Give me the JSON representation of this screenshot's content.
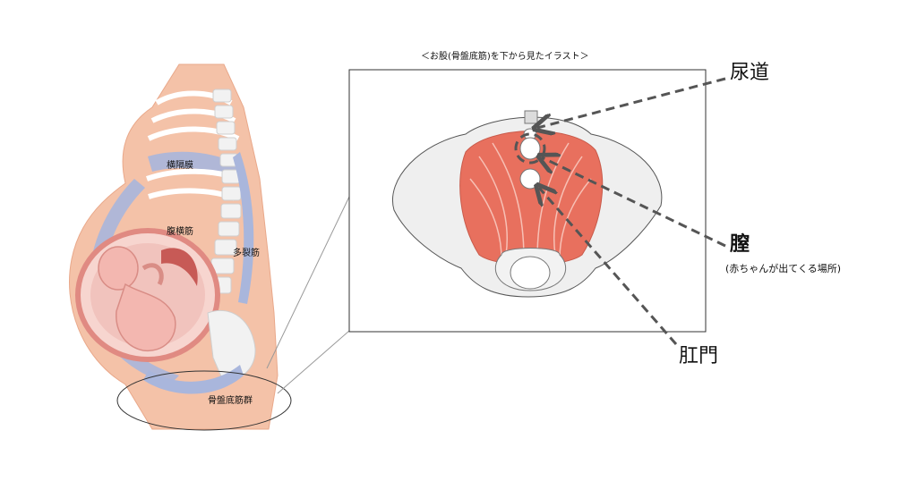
{
  "body_labels": {
    "diaphragm": "横隔膜",
    "transversus_abdominis": "腹横筋",
    "multifidus": "多裂筋",
    "pelvic_floor_muscles": "骨盤底筋群"
  },
  "inset": {
    "caption": "＜お股(骨盤底筋)を下から見たイラスト＞"
  },
  "callouts": {
    "urethra": "尿道",
    "vagina": "膣",
    "vagina_note": "(赤ちゃんが出てくる場所)",
    "anus": "肛門"
  },
  "colors": {
    "skin": "#f4c2a8",
    "skin_dark": "#e9a88a",
    "muscle_blue": "#a9b6dc",
    "muscle_red": "#e8705e",
    "bone": "#f2f2f2",
    "arrow": "#555555"
  }
}
